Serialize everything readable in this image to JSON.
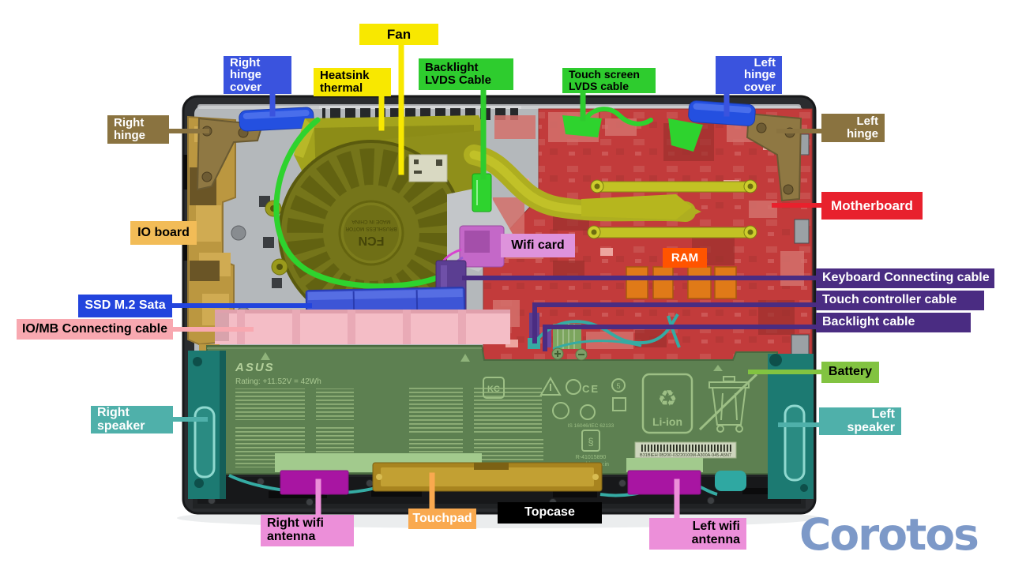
{
  "labels": {
    "fan": {
      "text": "Fan",
      "bg": "#f8e800",
      "fg": "#000000"
    },
    "right_hinge_cover": {
      "text": "Right\nhinge\ncover",
      "bg": "#3a53de",
      "fg": "#ffffff"
    },
    "heatsink_thermal": {
      "text": "Heatsink\nthermal",
      "bg": "#f8e800",
      "fg": "#000000"
    },
    "backlight_lvds": {
      "text": "Backlight\nLVDS Cable",
      "bg": "#2ecc2e",
      "fg": "#000000"
    },
    "touchscreen_lvds": {
      "text": "Touch screen\nLVDS cable",
      "bg": "#2ecc2e",
      "fg": "#000000"
    },
    "left_hinge_cover": {
      "text": "Left\nhinge\ncover",
      "bg": "#3a53de",
      "fg": "#ffffff"
    },
    "right_hinge": {
      "text": "Right\nhinge",
      "bg": "#8a7340",
      "fg": "#ffffff"
    },
    "left_hinge": {
      "text": "Left\nhinge",
      "bg": "#8a7340",
      "fg": "#ffffff"
    },
    "motherboard": {
      "text": "Motherboard",
      "bg": "#e8212d",
      "fg": "#ffffff"
    },
    "io_board": {
      "text": "IO board",
      "bg": "#f2bc57",
      "fg": "#000000"
    },
    "wifi_card": {
      "text": "Wifi card",
      "bg": "#de93dc",
      "fg": "#000000"
    },
    "ram": {
      "text": "RAM",
      "bg": "#ff5400",
      "fg": "#ffffff"
    },
    "keyboard_cable": {
      "text": "Keyboard Connecting cable",
      "bg": "#4a2c82",
      "fg": "#ffffff"
    },
    "touch_controller_cable": {
      "text": "Touch controller cable",
      "bg": "#4a2c82",
      "fg": "#ffffff"
    },
    "backlight_cable": {
      "text": "Backlight cable",
      "bg": "#4a2c82",
      "fg": "#ffffff"
    },
    "ssd": {
      "text": "SSD M.2 Sata",
      "bg": "#2244dd",
      "fg": "#ffffff"
    },
    "io_mb_cable": {
      "text": "IO/MB Connecting cable",
      "bg": "#f8a8b0",
      "fg": "#000000"
    },
    "battery": {
      "text": "Battery",
      "bg": "#82c341",
      "fg": "#000000"
    },
    "right_speaker": {
      "text": "Right\nspeaker",
      "bg": "#4fb0aa",
      "fg": "#ffffff"
    },
    "left_speaker": {
      "text": "Left\nspeaker",
      "bg": "#4fb0aa",
      "fg": "#ffffff"
    },
    "right_wifi_antenna": {
      "text": "Right wifi\nantenna",
      "bg": "#ec8fd9",
      "fg": "#000000"
    },
    "touchpad": {
      "text": "Touchpad",
      "bg": "#f9a94f",
      "fg": "#ffffff"
    },
    "topcase": {
      "text": "Topcase",
      "bg": "#000000",
      "fg": "#ffffff"
    },
    "left_wifi_antenna": {
      "text": "Left wifi\nantenna",
      "bg": "#ec8fd9",
      "fg": "#000000"
    }
  },
  "battery_markings": {
    "brand": "ASUS",
    "rating": "Rating: +11.52V = 42Wh",
    "li_ion": "Li-ion",
    "recycle_icon": "♻",
    "ce": "CE",
    "kc": "KC",
    "five": "5",
    "standard": "IS 16046/IEC 62133",
    "bis_mark": "§",
    "reg_no": "R-41015890",
    "reg_url": "www.bis.gov.in",
    "barcode": "B31BIEH  0B200-03220100M-A300A-945-A5N7"
  },
  "fan_markings": {
    "brand": "FCN",
    "line1": "BRUSHLESS MOTOR",
    "line2": "MADE IN CHINA"
  },
  "watermark": {
    "text": "Corotos",
    "color": "#7d99c8"
  }
}
